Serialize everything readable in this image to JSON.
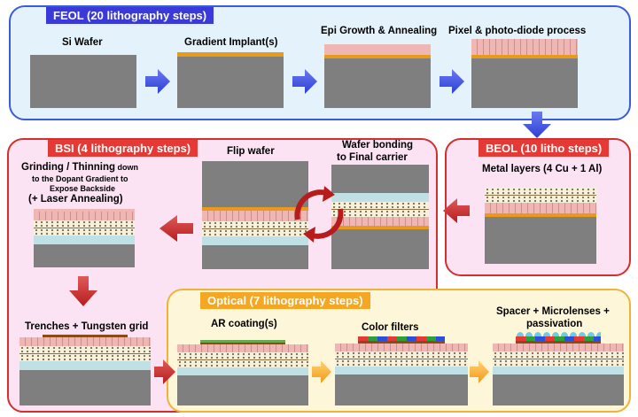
{
  "panels": {
    "feol": {
      "title": "FEOL (20 lithography steps)",
      "title_color": "#3a3ad8",
      "bg": "#e4f3fb",
      "border": "#3b5bdb"
    },
    "bsi": {
      "title": "BSI (4 lithography steps)",
      "title_color": "#e53935",
      "bg": "#fbe3f3",
      "border": "#d32f2f"
    },
    "beol": {
      "title": "BEOL (10 litho steps)",
      "title_color": "#e53935",
      "bg": "#fbe3f3",
      "border": "#d32f2f"
    },
    "optical": {
      "title": "Optical (7 lithography steps)",
      "title_color": "#f5a623",
      "bg": "#fdf6d8",
      "border": "#f0b33a"
    }
  },
  "steps": {
    "si_wafer": "Si Wafer",
    "gradient_implant": "Gradient Implant(s)",
    "epi_growth": "Epi Growth & Annealing",
    "pixel_process": "Pixel & photo-diode process",
    "metal_layers": "Metal layers (4 Cu + 1 Al)",
    "flip_wafer": "Flip  wafer",
    "wafer_bonding_1": "Wafer bonding",
    "wafer_bonding_2": "to Final carrier",
    "grinding_1": "Grinding / Thinning",
    "grinding_1b": " down",
    "grinding_2": "to the Dopant Gradient to",
    "grinding_3": "Expose Backside",
    "grinding_4": "(+ Laser Annealing)",
    "trenches": "Trenches + Tungsten grid",
    "ar_coating": "AR coating(s)",
    "color_filters": "Color filters",
    "spacer_1": "Spacer + Microlenses +",
    "spacer_2": "passivation"
  },
  "colors": {
    "arrow_blue": "#2d3fd6",
    "arrow_red": "#c62828",
    "arrow_orange": "#f5a623",
    "silicon": "#7f7f7f",
    "implant": "#e89a1a",
    "epi": "#efb6b4",
    "carrier_bond": "#bfe1e6",
    "filter_red": "#e53935",
    "filter_green": "#2e9e3e",
    "filter_blue": "#2b4fd8",
    "microlens": "#6ecbe0"
  }
}
